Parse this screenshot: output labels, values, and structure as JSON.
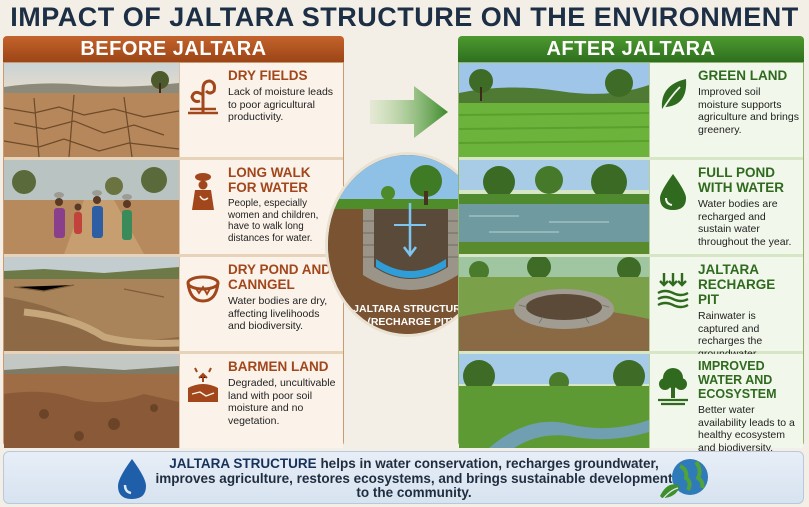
{
  "title": "IMPACT OF JALTARA STRUCTURE ON THE ENVIRONMENT",
  "before": {
    "header": "BEFORE JALTARA",
    "items": [
      {
        "heading": "DRY FIELDS",
        "desc": "Lack of moisture leads to poor agricultural productivity.",
        "icon": "wilted-plant-icon"
      },
      {
        "heading": "LONG WALK FOR WATER",
        "desc": "People, especially women and children, have to walk long distances for water.",
        "icon": "woman-carrying-water-icon"
      },
      {
        "heading": "DRY POND AND CANNGEL",
        "desc": "Water bodies are dry, affecting livelihoods and biodiversity.",
        "icon": "dry-pond-icon"
      },
      {
        "heading": "BARMEN LAND",
        "desc": "Degraded, uncultivable land with poor soil moisture and no vegetation.",
        "icon": "barren-land-icon"
      }
    ]
  },
  "after": {
    "header": "AFTER JALTARA",
    "items": [
      {
        "heading": "GREEN LAND",
        "desc": "Improved soil moisture supports agriculture and brings greenery.",
        "icon": "leaf-icon"
      },
      {
        "heading": "FULL POND WITH WATER",
        "desc": "Water bodies are recharged and sustain water throughout the year.",
        "icon": "water-drop-icon"
      },
      {
        "heading": "JALTARA RECHARGE PIT",
        "desc": "Rainwater is captured and recharges the groundwater.",
        "icon": "recharge-arrows-icon"
      },
      {
        "heading": "IMPROVED WATER AND ECOSYSTEM",
        "desc": "Better water availability leads to a healthy ecosystem and biodiversity.",
        "icon": "tree-icon"
      }
    ]
  },
  "center": {
    "label_line1": "JALTARA STRUCTURE",
    "label_line2": "(RECHARGE PIT)"
  },
  "footer": {
    "strong": "JALTARA STRUCTURE",
    "text": " helps in water conservation, recharges groundwater, improves agriculture, restores ecosystems, and brings sustainable development to the community."
  },
  "colors": {
    "before_accent": "#a2461b",
    "after_accent": "#2f6a1f",
    "title": "#1d2f45"
  }
}
